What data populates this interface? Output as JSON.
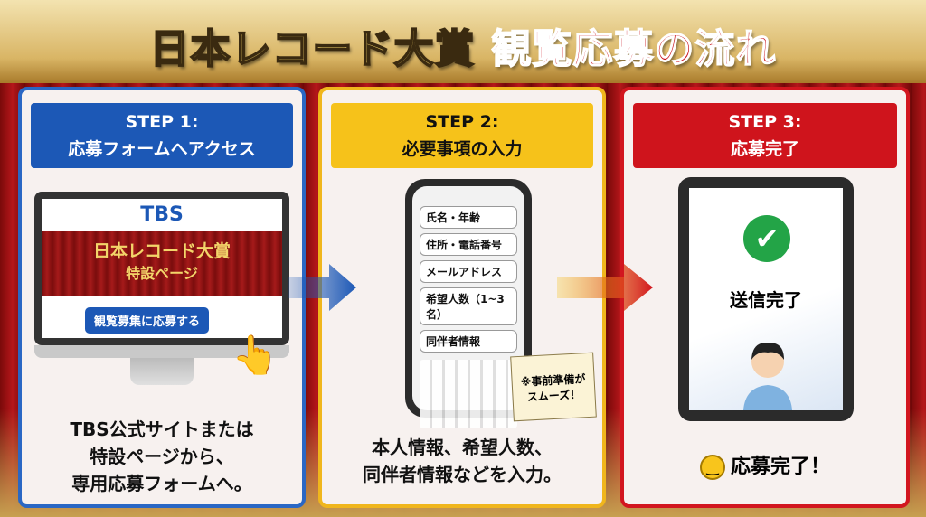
{
  "title": {
    "part1": "日本レコード大賞",
    "part2": "観覧応募の流れ"
  },
  "steps": [
    {
      "label": "STEP 1:",
      "title": "応募フォームへアクセス",
      "caption": [
        "TBS公式サイトまたは",
        "特設ページから、",
        "専用応募フォームへ。"
      ],
      "screen": {
        "logo": "TBS",
        "banner": "日本レコード大賞",
        "banner_sub": "特設ページ",
        "button": "観覧募集に応募する"
      }
    },
    {
      "label": "STEP 2:",
      "title": "必要事項の入力",
      "caption": [
        "本人情報、希望人数、",
        "同伴者情報などを入力。"
      ],
      "fields": [
        "氏名・年齢",
        "住所・電話番号",
        "メールアドレス",
        "希望人数（1~3名）",
        "同伴者情報"
      ],
      "note": [
        "※事前準備が",
        "スムーズ！"
      ]
    },
    {
      "label": "STEP 3:",
      "title": "応募完了",
      "screen_text": "送信完了",
      "done": "応募完了！"
    }
  ],
  "colors": {
    "step1": "#1c58b6",
    "step2": "#f6c21a",
    "step3": "#cf141c"
  }
}
